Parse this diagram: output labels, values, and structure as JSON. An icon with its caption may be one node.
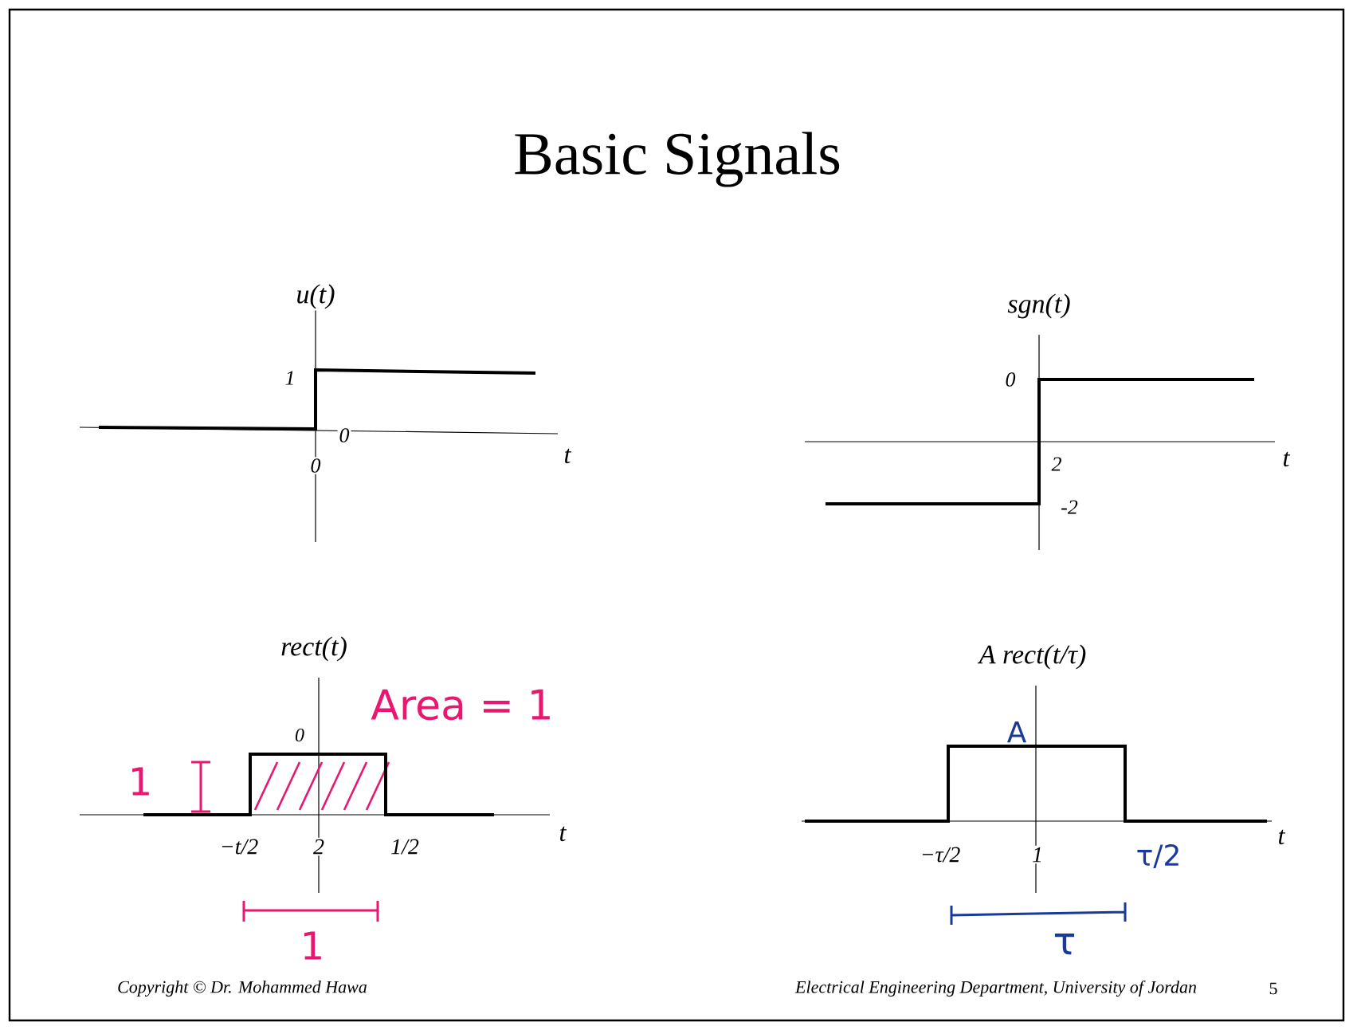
{
  "diagram": {
    "title": "Basic Signals",
    "labels": [
      "u(t)",
      "1",
      "0",
      "0",
      "t",
      "sgn(t)",
      "0",
      "2",
      "-2",
      "t",
      "rect(t)",
      "Area = 1",
      "0",
      "1",
      "−t/2",
      "2",
      "1/2",
      "t",
      "1",
      "A rect(t/τ)",
      "A",
      "−τ/2",
      "1",
      "τ/2",
      "t",
      "τ",
      "Copyright © Dr. Mohammed Hawa",
      "Electrical Engineering Department, University of Jordan",
      "5"
    ]
  }
}
